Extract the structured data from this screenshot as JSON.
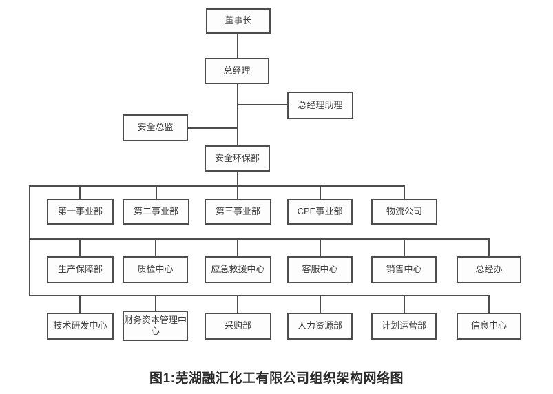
{
  "org_chart": {
    "caption": "图1:芜湖融汇化工有限公司组织架构网络图",
    "nodes": {
      "chairman": "董事长",
      "general_manager": "总经理",
      "gm_assistant": "总经理助理",
      "safety_director": "安全总监",
      "safety_env_dept": "安全环保部",
      "row1": [
        "第一事业部",
        "第二事业部",
        "第三事业部",
        "CPE事业部",
        "物流公司"
      ],
      "row2": [
        "生产保障部",
        "质检中心",
        "应急救援中心",
        "客服中心",
        "销售中心",
        "总经办"
      ],
      "row3": [
        "技术研发中心",
        "财务资本管理中心",
        "采购部",
        "人力资源部",
        "计划运营部",
        "信息中心"
      ]
    },
    "hierarchy": [
      "董事长 → 总经理",
      "总经理 → 总经理助理",
      "总经理 → 安全总监",
      "总经理 → 安全环保部",
      "安全环保部 → 第一事业部 / 第二事业部 / 第三事业部 / CPE事业部 / 物流公司",
      "安全环保部 → 生产保障部 / 质检中心 / 应急救援中心 / 客服中心 / 销售中心 / 总经办",
      "安全环保部 → 技术研发中心 / 财务资本管理中心 / 采购部 / 人力资源部 / 计划运营部 / 信息中心"
    ],
    "colors": {
      "line": "#4d4d4d",
      "box_border": "#4d4d4d",
      "box_fill": "#fdfdfd",
      "box_text": "#3c3c3c",
      "caption_text": "#2b2b2b",
      "background": "#ffffff"
    }
  }
}
